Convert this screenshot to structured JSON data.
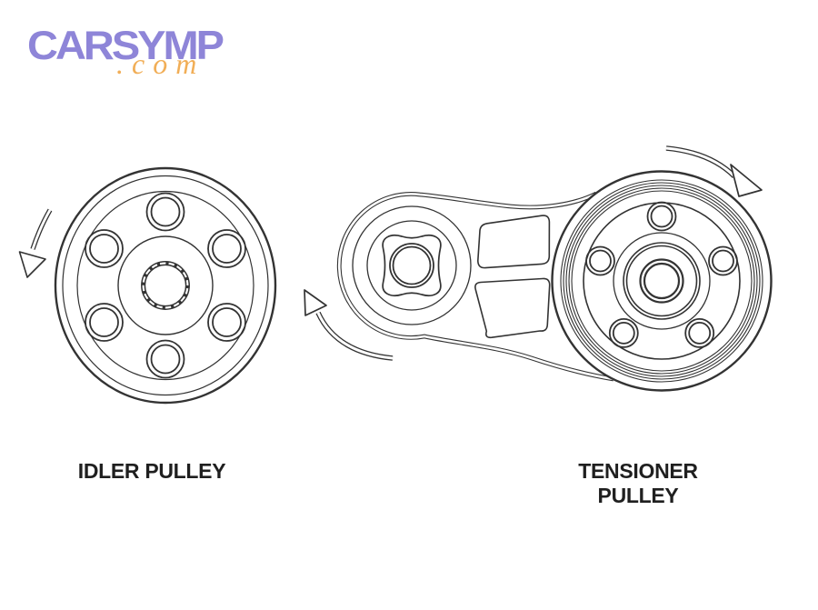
{
  "page": {
    "background_color": "#ffffff"
  },
  "logo": {
    "brand": "CARSYMP",
    "tld": ".com",
    "brand_color": "#8e85d8",
    "tld_color": "#f1ae57"
  },
  "diagram": {
    "line_color": "#333333",
    "idler": {
      "label": "IDLER PULLEY",
      "bolt_count": 6,
      "rotation_direction": "counterclockwise"
    },
    "tensioner": {
      "label": "TENSIONER PULLEY",
      "bolt_count": 5,
      "rotation_direction": "clockwise"
    }
  }
}
